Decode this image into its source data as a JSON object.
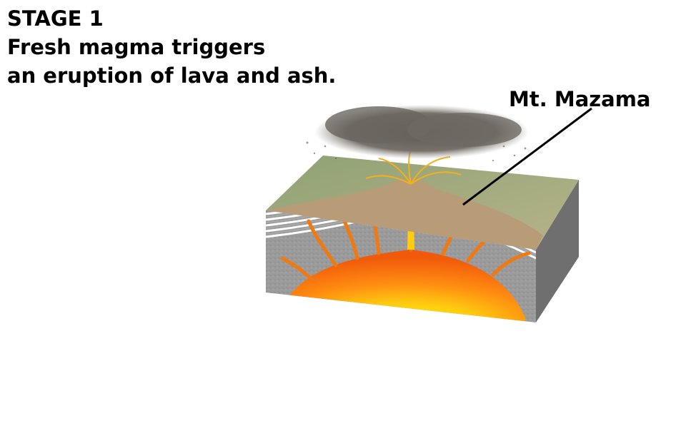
{
  "heading": {
    "stage": "STAGE 1",
    "line1": "Fresh magma triggers",
    "line2": "an eruption of lava and ash."
  },
  "callout": {
    "label": "Mt. Mazama"
  }
}
